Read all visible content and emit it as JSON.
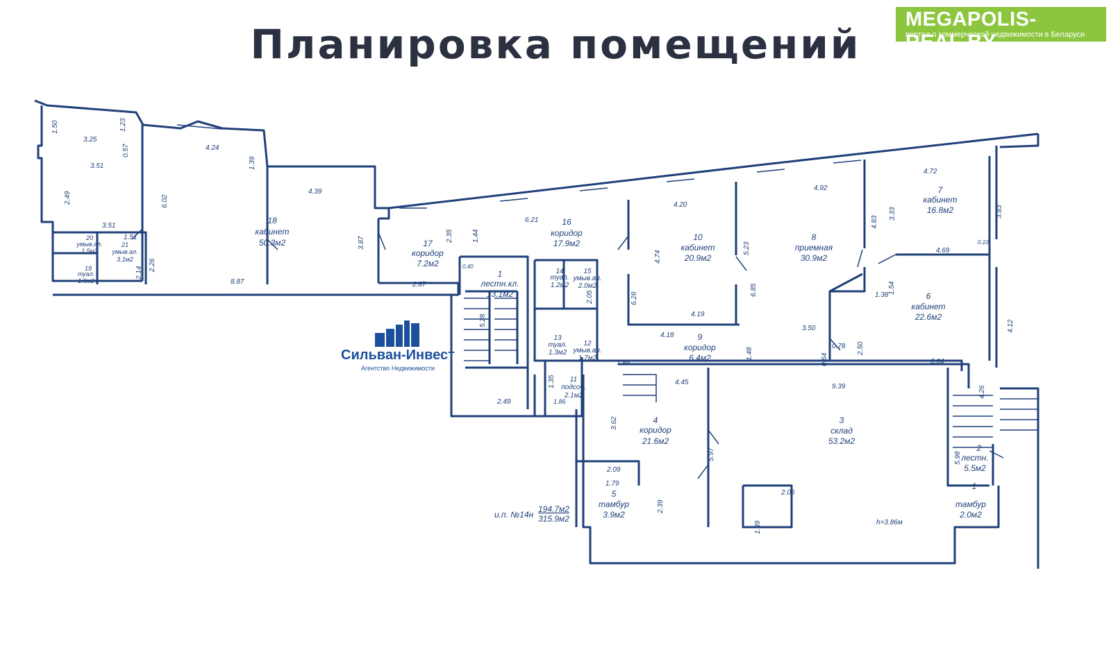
{
  "title": "Планировка помещений",
  "logo": {
    "name": "MEGAPOLIS-REAL.BY",
    "tagline": "портал о коммерческой недвижимости в Беларуси"
  },
  "agency": {
    "name": "Сильван-Инвест",
    "subtitle": "Агентство Недвижимости"
  },
  "colors": {
    "title": "#2b3140",
    "plan_ink": "#1e3f7a",
    "logo_bg": "#8cc63f",
    "agency": "#1c4f9c"
  },
  "rooms": [
    {
      "num": "1",
      "name": "тамбур",
      "area": "2.0м2"
    },
    {
      "num": "2",
      "name": "лестн.",
      "area": "5.5м2"
    },
    {
      "num": "3",
      "name": "склад",
      "area": "53.2м2"
    },
    {
      "num": "4",
      "name": "коридор",
      "area": "21.6м2"
    },
    {
      "num": "5",
      "name": "тамбур",
      "area": "3.9м2"
    },
    {
      "num": "6",
      "name": "кабинет",
      "area": "22.6м2"
    },
    {
      "num": "7",
      "name": "кабинет",
      "area": "16.8м2"
    },
    {
      "num": "8",
      "name": "приемная",
      "area": "30.9м2"
    },
    {
      "num": "9",
      "name": "коридор",
      "area": "6.4м2"
    },
    {
      "num": "10",
      "name": "кабинет",
      "area": "20.9м2"
    },
    {
      "num": "11",
      "name": "подсоб.",
      "area": "2.1м2"
    },
    {
      "num": "12",
      "name": "умыв.ал.",
      "area": "1.7м2"
    },
    {
      "num": "13",
      "name": "туал.",
      "area": "1.3м2"
    },
    {
      "num": "14",
      "name": "туал.",
      "area": "1.2м2"
    },
    {
      "num": "15",
      "name": "умыв.ал.",
      "area": "2.0м2"
    },
    {
      "num": "16",
      "name": "коридор",
      "area": "17.9м2"
    },
    {
      "num": "17",
      "name": "коридор",
      "area": "7.2м2"
    },
    {
      "num": "18",
      "name": "кабинет",
      "area": "50.3м2"
    },
    {
      "num": "19",
      "name": "туал.",
      "area": "1.6м2"
    },
    {
      "num": "20",
      "name": "умыв.ал.",
      "area": "1.5м2"
    },
    {
      "num": "21",
      "name": "умыв.ал.",
      "area": "3.1м2"
    },
    {
      "num": "1",
      "name": "лестн.кл.",
      "area": "13.1м2"
    }
  ],
  "dimensions": [
    "1.50",
    "3.25",
    "1.23",
    "3.51",
    "0.57",
    "4.24",
    "1.39",
    "2.49",
    "6.02",
    "4.39",
    "3.51",
    "1.51",
    "3.87",
    "2.26",
    "2.14",
    "8.87",
    "2.87",
    "2.35",
    "1.44",
    "6.21",
    "4.20",
    "4.92",
    "4.72",
    "3.83",
    "4.83",
    "3.33",
    "4.69",
    "0.10",
    "4.74",
    "5.23",
    "6.85",
    "1.38",
    "1.54",
    "6.28",
    "4.19",
    "4.18",
    "3.50",
    "0.78",
    "2.50",
    "0.64",
    "4.12",
    "6.04",
    "1.48",
    "1.84",
    "5.28",
    "0.40",
    "2.49",
    "2.05",
    "1.35",
    "1.86",
    "4.45",
    "9.39",
    "4.26",
    "3.62",
    "5.97",
    "5.98",
    "2.09",
    "1.79",
    "2.39",
    "2.06",
    "1.39",
    "h=3.86м"
  ],
  "summary": {
    "label": "и.п. №14н",
    "area_main": "194.7м2",
    "area_total": "315.9м2"
  }
}
